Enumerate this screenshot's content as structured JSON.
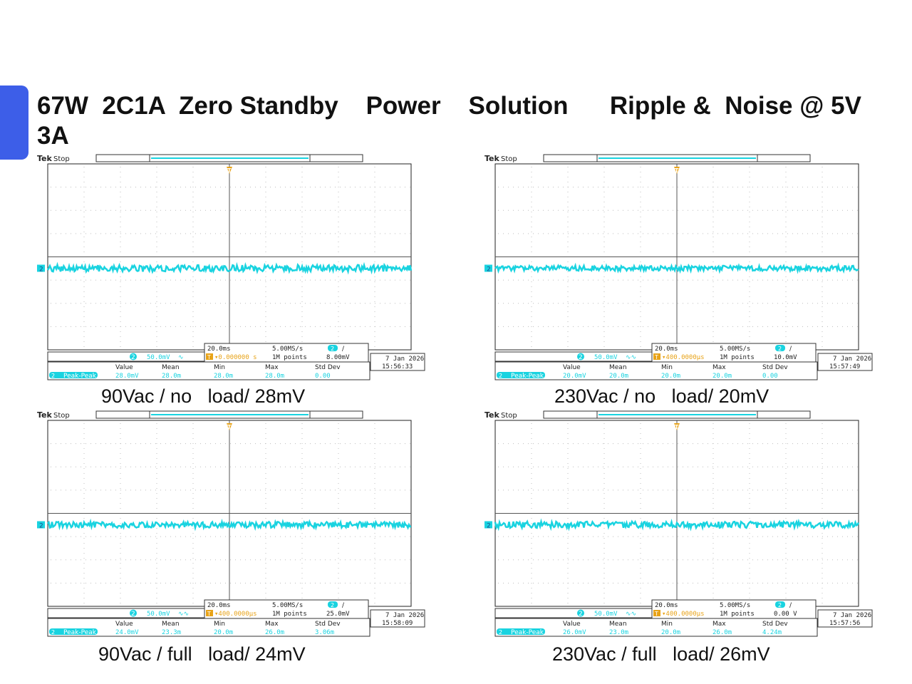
{
  "slide": {
    "title": "67W  2C1A  Zero Standby    Power    Solution      Ripple &  Noise @ 5V 3A"
  },
  "scopes": [
    {
      "brand": "Tek",
      "status": "Stop",
      "channel": "2",
      "ch_scale": "50.0mV",
      "ch_coupling": "∿",
      "timebase": "20.0ms",
      "trigger_pos": "▾0.000000 s",
      "sample_rate": "5.00MS/s",
      "record_length": "1M points",
      "trig_ch": "2",
      "trig_slope": "∕",
      "trig_level": "8.00mV",
      "date": "7 Jan  2026",
      "time": "15:56:33",
      "meas_headers": [
        "Value",
        "Mean",
        "Min",
        "Max",
        "Std Dev"
      ],
      "meas_label": "Peak-Peak",
      "meas_values": [
        "28.0mV",
        "28.0m",
        "28.0m",
        "28.0m",
        "0.00"
      ],
      "caption": "90Vac / no   load/ 28mV",
      "trace_level": 0.5,
      "ripple": 0.018
    },
    {
      "brand": "Tek",
      "status": "Stop",
      "channel": "2",
      "ch_scale": "50.0mV",
      "ch_coupling": "∿∿",
      "timebase": "20.0ms",
      "trigger_pos": "▾400.0000μs",
      "sample_rate": "5.00MS/s",
      "record_length": "1M points",
      "trig_ch": "2",
      "trig_slope": "∕",
      "trig_level": "10.0mV",
      "date": "7 Jan  2026",
      "time": "15:57:49",
      "meas_headers": [
        "Value",
        "Mean",
        "Min",
        "Max",
        "Std Dev"
      ],
      "meas_label": "Peak-Peak",
      "meas_values": [
        "20.0mV",
        "20.0m",
        "20.0m",
        "20.0m",
        "0.00"
      ],
      "caption": "230Vac / no   load/ 20mV",
      "trace_level": 0.5,
      "ripple": 0.014
    },
    {
      "brand": "Tek",
      "status": "Stop",
      "channel": "2",
      "ch_scale": "50.0mV",
      "ch_coupling": "∿∿",
      "timebase": "20.0ms",
      "trigger_pos": "▾400.0000μs",
      "sample_rate": "5.00MS/s",
      "record_length": "1M points",
      "trig_ch": "2",
      "trig_slope": "∕",
      "trig_level": "25.0mV",
      "date": "7 Jan  2026",
      "time": "15:58:09",
      "meas_headers": [
        "Value",
        "Mean",
        "Min",
        "Max",
        "Std Dev"
      ],
      "meas_label": "Peak-Peak",
      "meas_values": [
        "24.0mV",
        "23.3m",
        "20.0m",
        "26.0m",
        "3.06m"
      ],
      "caption": "90Vac / full   load/ 24mV",
      "trace_level": 0.5,
      "ripple": 0.016
    },
    {
      "brand": "Tek",
      "status": "Stop",
      "channel": "2",
      "ch_scale": "50.0mV",
      "ch_coupling": "∿∿",
      "timebase": "20.0ms",
      "trigger_pos": "▾400.0000μs",
      "sample_rate": "5.00MS/s",
      "record_length": "1M points",
      "trig_ch": "2",
      "trig_slope": "∕",
      "trig_level": "0.00 V",
      "date": "7 Jan  2026",
      "time": "15:57:56",
      "meas_headers": [
        "Value",
        "Mean",
        "Min",
        "Max",
        "Std Dev"
      ],
      "meas_label": "Peak-Peak",
      "meas_values": [
        "26.0mV",
        "23.0m",
        "20.0m",
        "26.0m",
        "4.24m"
      ],
      "caption": "230Vac / full   load/ 26mV",
      "trace_level": 0.5,
      "ripple": 0.017
    }
  ],
  "colors": {
    "accent": "#3d5ee8",
    "trace": "#19d3e0",
    "trigger": "#e8a318",
    "grid": "#bdbdbd"
  }
}
